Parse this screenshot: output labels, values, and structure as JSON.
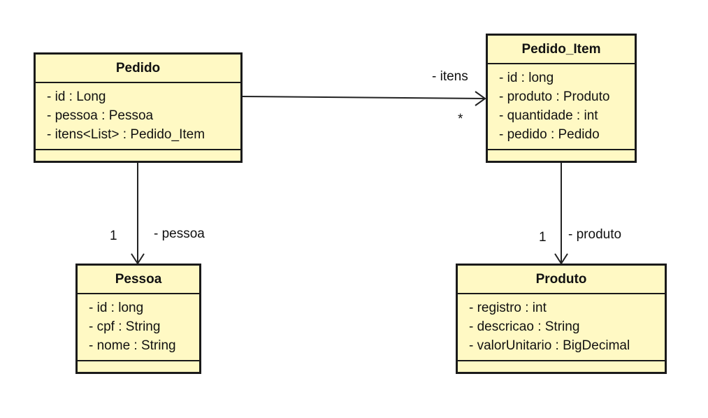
{
  "classes": {
    "pedido": {
      "name": "Pedido",
      "attributes": [
        "- id : Long",
        "- pessoa : Pessoa",
        "- itens<List> : Pedido_Item"
      ]
    },
    "pedido_item": {
      "name": "Pedido_Item",
      "attributes": [
        "- id : long",
        "- produto : Produto",
        "- quantidade : int",
        "- pedido : Pedido"
      ]
    },
    "pessoa": {
      "name": "Pessoa",
      "attributes": [
        "- id : long",
        "- cpf : String",
        "- nome : String"
      ]
    },
    "produto": {
      "name": "Produto",
      "attributes": [
        "- registro : int",
        "- descricao : String",
        "- valorUnitario : BigDecimal"
      ]
    }
  },
  "associations": {
    "pedido_itens": {
      "role": "- itens",
      "multiplicity": "*"
    },
    "pedido_pessoa": {
      "role": "- pessoa",
      "multiplicity": "1"
    },
    "item_produto": {
      "role": "- produto",
      "multiplicity": "1"
    }
  },
  "colors": {
    "class_fill": "#fff9c4",
    "line": "#1a1a1a"
  }
}
